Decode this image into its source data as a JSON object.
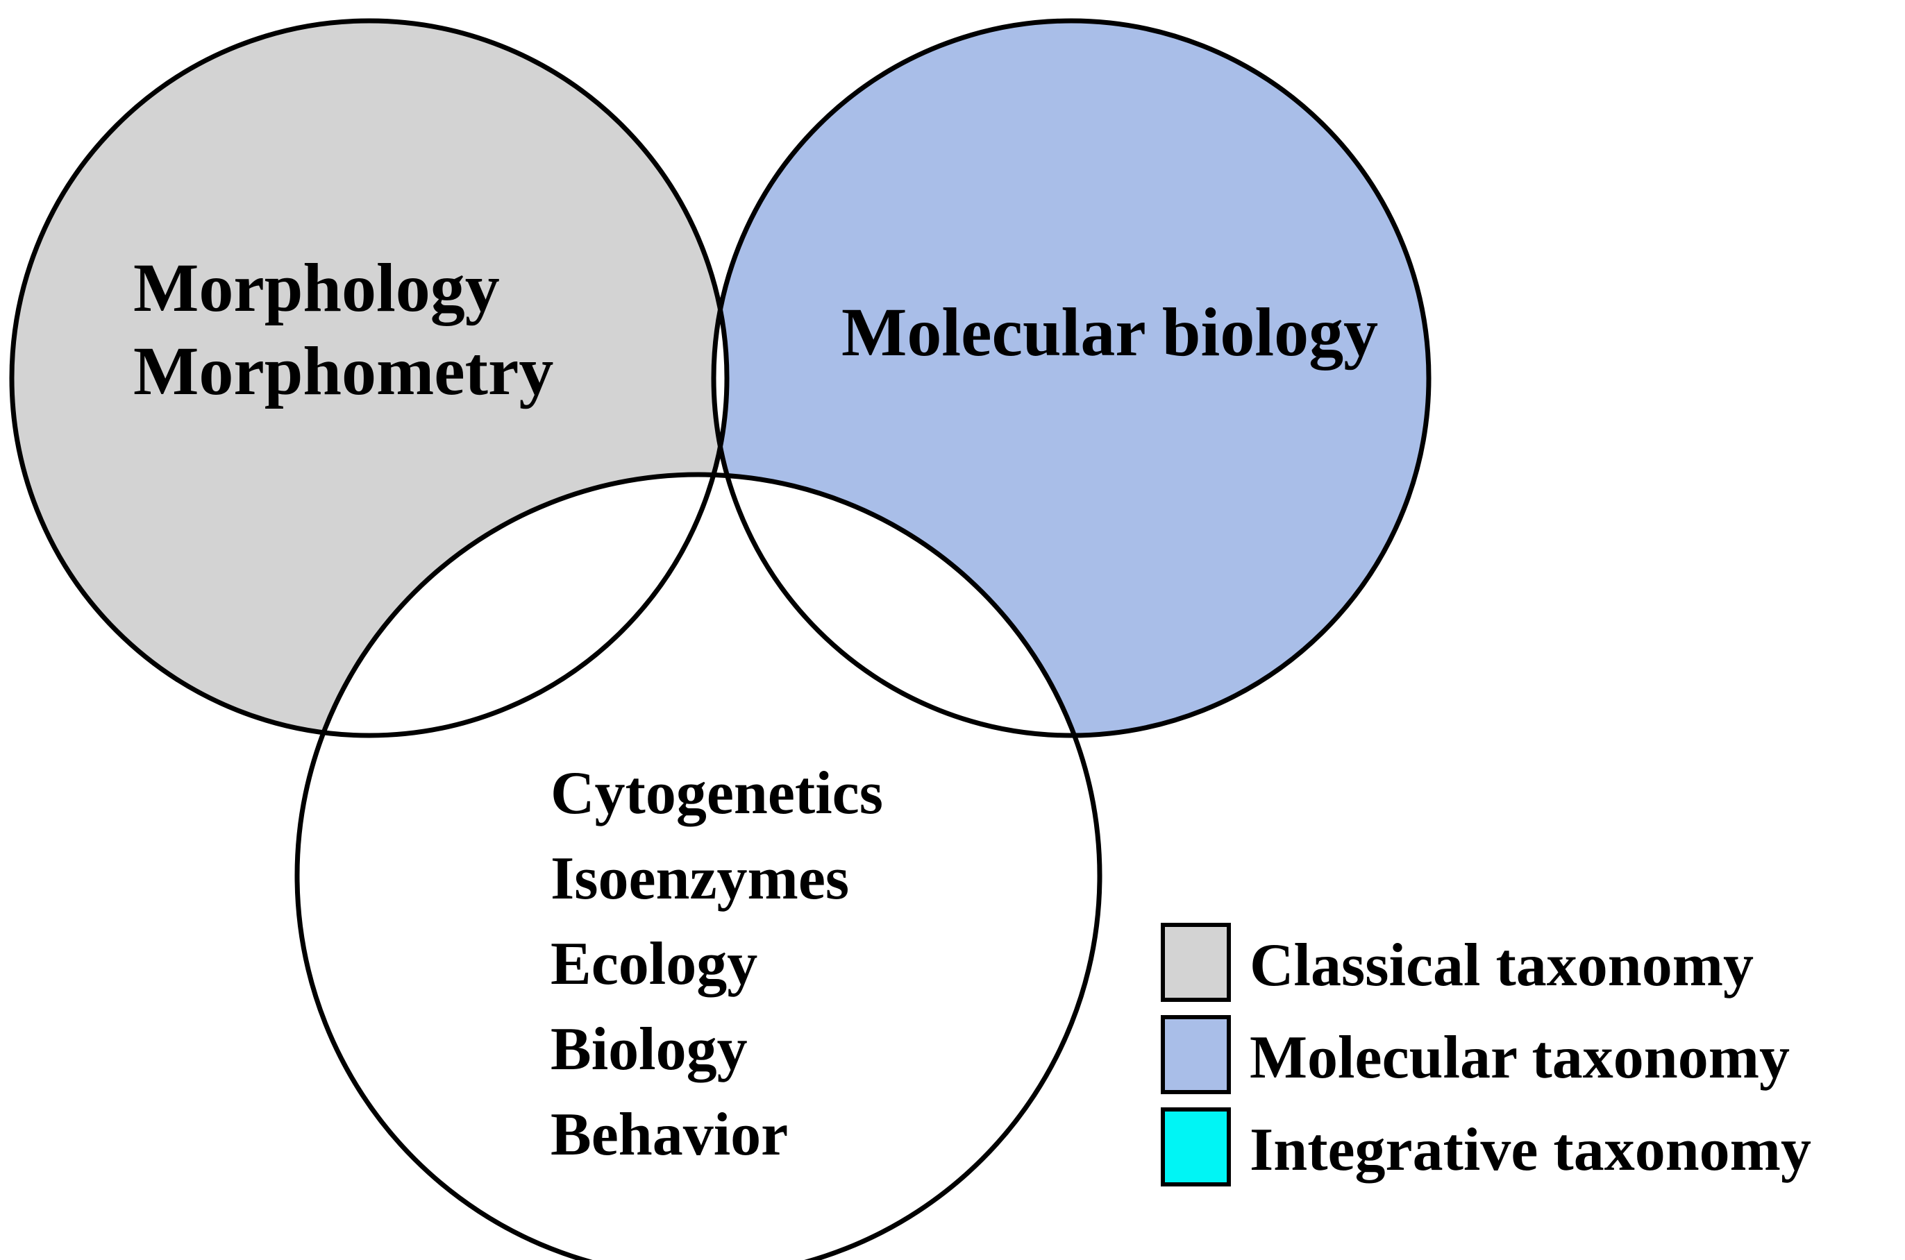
{
  "sets": {
    "morphology": {
      "lines": [
        "Morphology",
        "Morphometry"
      ],
      "color": "#d3d3d3"
    },
    "molecular": {
      "lines": [
        "Molecular biology"
      ],
      "color": "#a9bee8"
    },
    "other": {
      "lines": [
        "Cytogenetics",
        "Isoenzymes",
        "Ecology",
        "Biology",
        "Behavior"
      ],
      "color": "#ffffff"
    },
    "integrative_region_color": "#00f5f5"
  },
  "legend": {
    "items": [
      {
        "label": "Classical taxonomy",
        "color": "#d3d3d3"
      },
      {
        "label": "Molecular taxonomy",
        "color": "#a9bee8"
      },
      {
        "label": "Integrative taxonomy",
        "color": "#00f5f5"
      }
    ]
  }
}
